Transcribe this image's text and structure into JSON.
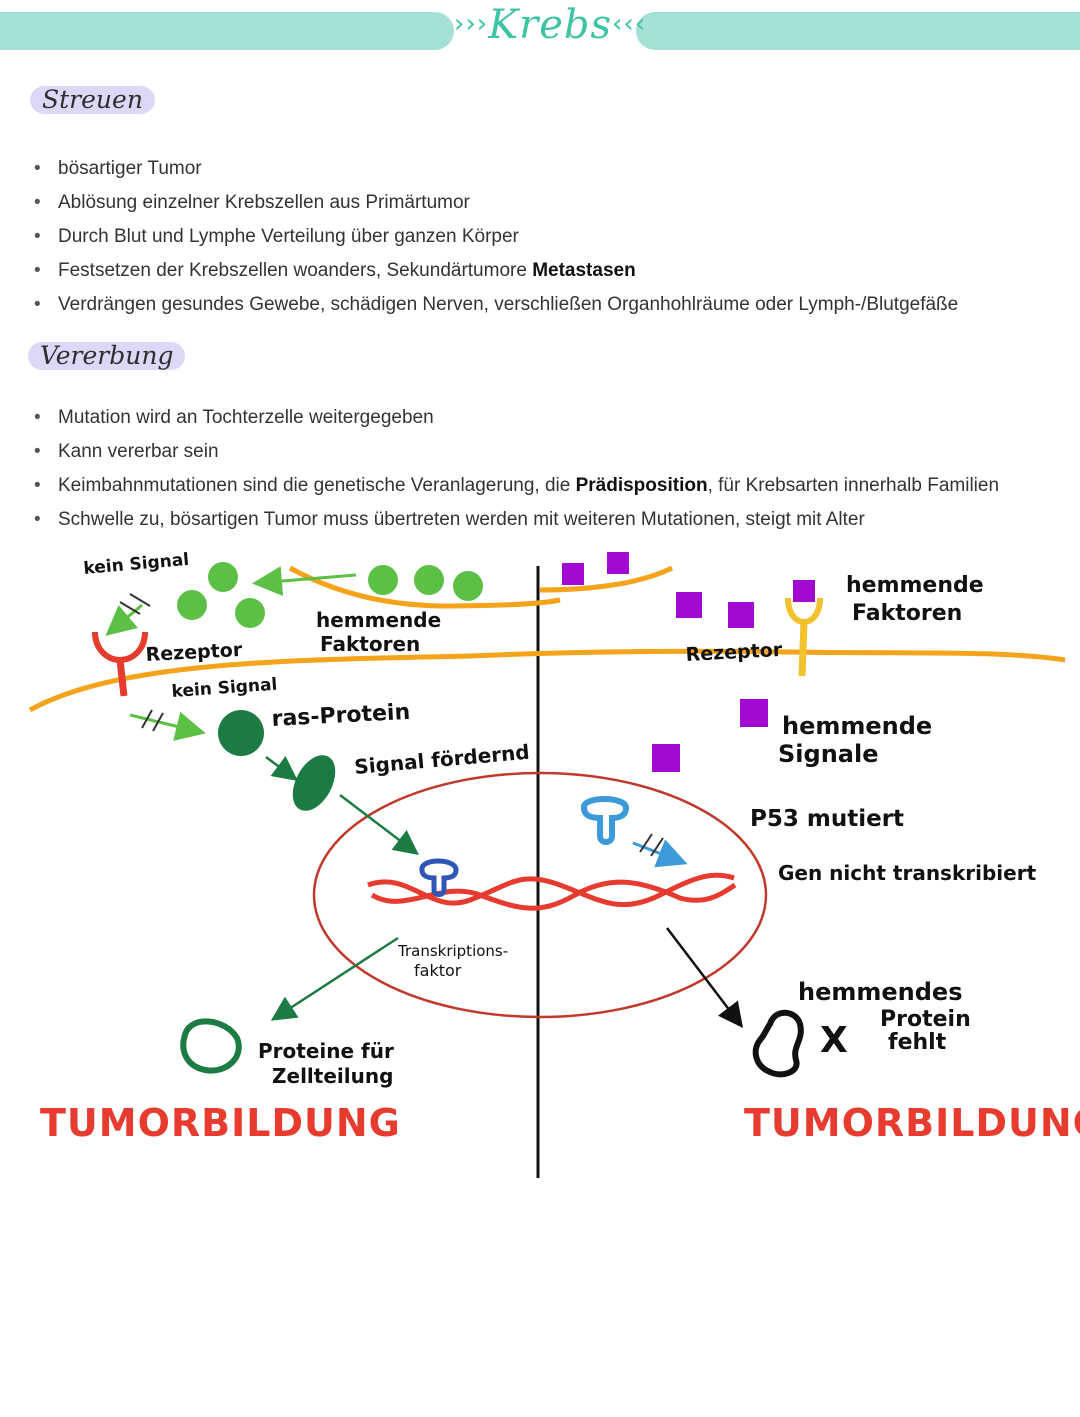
{
  "header": {
    "title": "Krebs",
    "left_chevrons": "›››",
    "right_chevrons": "‹‹‹"
  },
  "streuen": {
    "heading": "Streuen",
    "items": [
      {
        "text": "bösartiger Tumor",
        "bold": ""
      },
      {
        "text": "Ablösung einzelner Krebszellen aus Primärtumor",
        "bold": ""
      },
      {
        "text": "Durch Blut und Lymphe Verteilung über ganzen Körper",
        "bold": ""
      },
      {
        "text": "Festsetzen der Krebszellen woanders, Sekundärtumore ",
        "bold": "Metastasen"
      },
      {
        "text": "Verdrängen gesundes Gewebe, schädigen Nerven, verschließen Organhohlräume oder Lymph-/Blutgefäße",
        "bold": ""
      }
    ]
  },
  "vererbung": {
    "heading": "Vererbung",
    "items": [
      {
        "pre": "Mutation wird an Tochterzelle weitergegeben",
        "bold": "",
        "post": ""
      },
      {
        "pre": "Kann vererbar sein",
        "bold": "",
        "post": ""
      },
      {
        "pre": "Keimbahnmutationen sind die genetische Veranlagerung, die ",
        "bold": "Prädisposition",
        "post": ", für Krebsarten innerhalb Familien"
      },
      {
        "pre": "Schwelle zu, bösartigen Tumor muss übertreten werden mit weiteren Mutationen, steigt mit Alter",
        "bold": "",
        "post": ""
      }
    ]
  },
  "diagram": {
    "left": {
      "kein_signal_top": "kein Signal",
      "rezeptor": "Rezeptor",
      "hemmende": "hemmende",
      "faktoren": "Faktoren",
      "kein_signal_mid": "kein Signal",
      "ras_protein": "ras-Protein",
      "signal_foerdernd": "Signal fördernd",
      "transkriptions": "Transkriptions-",
      "faktor": "faktor",
      "proteine_fuer": "Proteine für",
      "zellteilung": "Zellteilung",
      "tumorbildung": "TUMORBILDUNG"
    },
    "right": {
      "hemmende": "hemmende",
      "faktoren": "Faktoren",
      "rezeptor": "Rezeptor",
      "hemmende_sig": "hemmende",
      "signale": "Signale",
      "p53": "P53  mutiert",
      "gen": "Gen nicht transkribiert",
      "hemmendes": "hemmendes",
      "protein": "Protein",
      "fehlt": "fehlt",
      "x_mark": "X",
      "tumorbildung": "TUMORBILDUNG"
    },
    "colors": {
      "membrane": "#f5a31a",
      "green_light": "#5cc046",
      "green_dark": "#1c7a43",
      "purple": "#a20ad1",
      "red": "#e63b2e",
      "nucleus": "#c0392b",
      "blue_dark": "#2d56b6",
      "blue_light": "#3d9ad8",
      "yellow_receptor": "#f2c12e"
    }
  }
}
